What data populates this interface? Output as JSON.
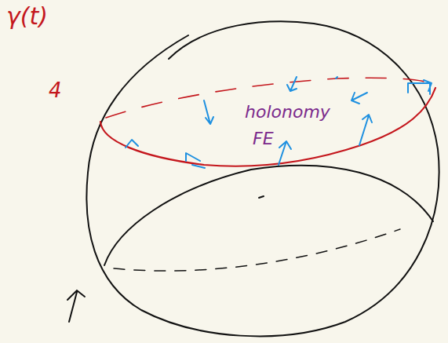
{
  "diagram": {
    "labels": [
      "γ(t)",
      "4",
      "holonomy",
      "FE"
    ]
  }
}
